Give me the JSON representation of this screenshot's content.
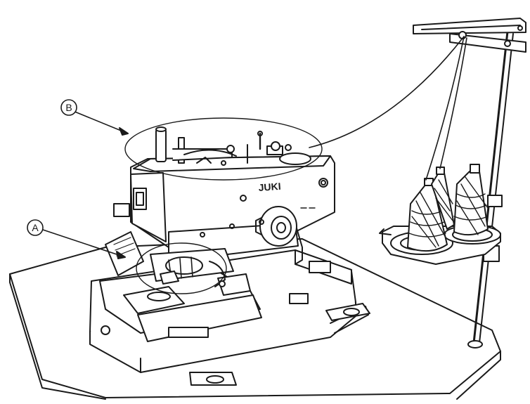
{
  "callouts": {
    "a": {
      "label": "A"
    },
    "b": {
      "label": "B"
    }
  },
  "machine": {
    "brand": "JUKI"
  },
  "colors": {
    "ink": "#1a1a1a",
    "paper": "#ffffff"
  }
}
